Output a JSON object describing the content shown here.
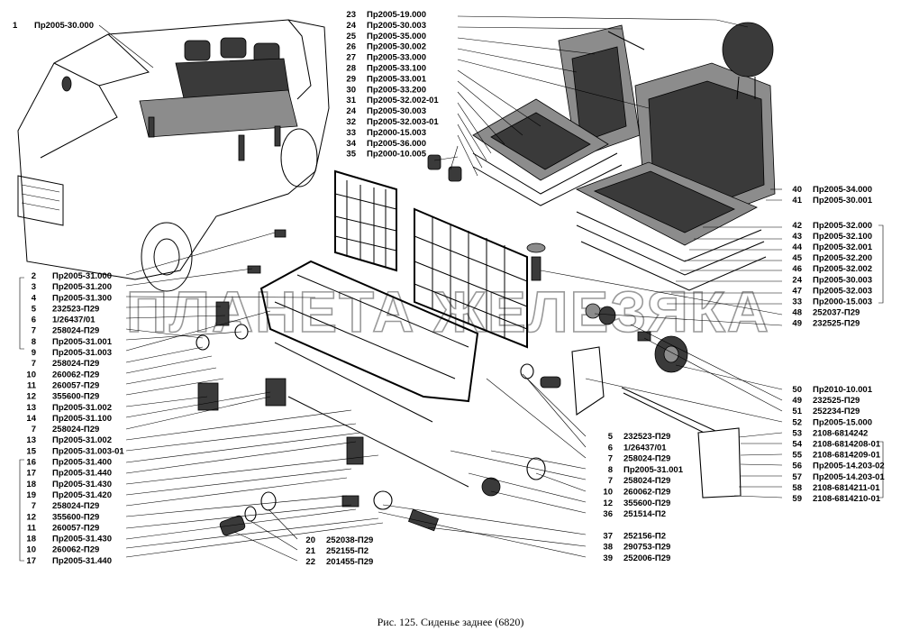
{
  "caption": "Рис. 125. Сиденье заднее (6820)",
  "watermark": "ПЛАНЕТА ЖЕЛЕЗЯКА",
  "labels_top_left": [
    {
      "num": "1",
      "code": "Пр2005-30.000"
    }
  ],
  "labels_left": [
    {
      "num": "2",
      "code": "Пр2005-31.000"
    },
    {
      "num": "3",
      "code": "Пр2005-31.200"
    },
    {
      "num": "4",
      "code": "Пр2005-31.300"
    },
    {
      "num": "5",
      "code": "232523-П29"
    },
    {
      "num": "6",
      "code": "1/26437/01"
    },
    {
      "num": "7",
      "code": "258024-П29"
    },
    {
      "num": "8",
      "code": "Пр2005-31.001"
    },
    {
      "num": "9",
      "code": "Пр2005-31.003"
    },
    {
      "num": "7",
      "code": "258024-П29"
    },
    {
      "num": "10",
      "code": "260062-П29"
    },
    {
      "num": "11",
      "code": "260057-П29"
    },
    {
      "num": "12",
      "code": "355600-П29"
    },
    {
      "num": "13",
      "code": "Пр2005-31.002"
    },
    {
      "num": "14",
      "code": "Пр2005-31.100"
    },
    {
      "num": "7",
      "code": "258024-П29"
    },
    {
      "num": "13",
      "code": "Пр2005-31.002"
    },
    {
      "num": "15",
      "code": "Пр2005-31.003-01"
    },
    {
      "num": "16",
      "code": "Пр2005-31.400"
    },
    {
      "num": "17",
      "code": "Пр2005-31.440"
    },
    {
      "num": "18",
      "code": "Пр2005-31.430"
    },
    {
      "num": "19",
      "code": "Пр2005-31.420"
    },
    {
      "num": "7",
      "code": "258024-П29"
    },
    {
      "num": "12",
      "code": "355600-П29"
    },
    {
      "num": "11",
      "code": "260057-П29"
    },
    {
      "num": "18",
      "code": "Пр2005-31.430"
    },
    {
      "num": "10",
      "code": "260062-П29"
    },
    {
      "num": "17",
      "code": "Пр2005-31.440"
    }
  ],
  "labels_bottom_center": [
    {
      "num": "20",
      "code": "252038-П29"
    },
    {
      "num": "21",
      "code": "252155-П2"
    },
    {
      "num": "22",
      "code": "201455-П29"
    }
  ],
  "labels_top_center": [
    {
      "num": "23",
      "code": "Пр2005-19.000"
    },
    {
      "num": "24",
      "code": "Пр2005-30.003"
    },
    {
      "num": "25",
      "code": "Пр2005-35.000"
    },
    {
      "num": "26",
      "code": "Пр2005-30.002"
    },
    {
      "num": "27",
      "code": "Пр2005-33.000"
    },
    {
      "num": "28",
      "code": "Пр2005-33.100"
    },
    {
      "num": "29",
      "code": "Пр2005-33.001"
    },
    {
      "num": "30",
      "code": "Пр2005-33.200"
    },
    {
      "num": "31",
      "code": "Пр2005-32.002-01"
    },
    {
      "num": "24",
      "code": "Пр2005-30.003"
    },
    {
      "num": "32",
      "code": "Пр2005-32.003-01"
    },
    {
      "num": "33",
      "code": "Пр2000-15.003"
    },
    {
      "num": "34",
      "code": "Пр2005-36.000"
    },
    {
      "num": "35",
      "code": "Пр2000-10.005"
    }
  ],
  "labels_right_top": [
    {
      "num": "40",
      "code": "Пр2005-34.000"
    },
    {
      "num": "41",
      "code": "Пр2005-30.001"
    }
  ],
  "labels_right_mid": [
    {
      "num": "42",
      "code": "Пр2005-32.000"
    },
    {
      "num": "43",
      "code": "Пр2005-32.100"
    },
    {
      "num": "44",
      "code": "Пр2005-32.001"
    },
    {
      "num": "45",
      "code": "Пр2005-32.200"
    },
    {
      "num": "46",
      "code": "Пр2005-32.002"
    },
    {
      "num": "24",
      "code": "Пр2005-30.003"
    },
    {
      "num": "47",
      "code": "Пр2005-32.003"
    },
    {
      "num": "33",
      "code": "Пр2000-15.003"
    },
    {
      "num": "48",
      "code": "252037-П29"
    },
    {
      "num": "49",
      "code": "232525-П29"
    }
  ],
  "labels_right_bottom": [
    {
      "num": "50",
      "code": "Пр2010-10.001"
    },
    {
      "num": "49",
      "code": "232525-П29"
    },
    {
      "num": "51",
      "code": "252234-П29"
    },
    {
      "num": "52",
      "code": "Пр2005-15.000"
    },
    {
      "num": "53",
      "code": "2108-6814242"
    },
    {
      "num": "54",
      "code": "2108-6814208-01"
    },
    {
      "num": "55",
      "code": "2108-6814209-01"
    },
    {
      "num": "56",
      "code": "Пр2005-14.203-02"
    },
    {
      "num": "57",
      "code": "Пр2005-14.203-01"
    },
    {
      "num": "58",
      "code": "2108-6814211-01"
    },
    {
      "num": "59",
      "code": "2108-6814210-01"
    }
  ],
  "labels_center_bottom": [
    {
      "num": "5",
      "code": "232523-П29"
    },
    {
      "num": "6",
      "code": "1/26437/01"
    },
    {
      "num": "7",
      "code": "258024-П29"
    },
    {
      "num": "8",
      "code": "Пр2005-31.001"
    },
    {
      "num": "7",
      "code": "258024-П29"
    },
    {
      "num": "10",
      "code": "260062-П29"
    },
    {
      "num": "12",
      "code": "355600-П29"
    },
    {
      "num": "36",
      "code": "251514-П2"
    },
    {
      "num": "37",
      "code": "252156-П2"
    },
    {
      "num": "38",
      "code": "290753-П29"
    },
    {
      "num": "39",
      "code": "252006-П29"
    }
  ]
}
